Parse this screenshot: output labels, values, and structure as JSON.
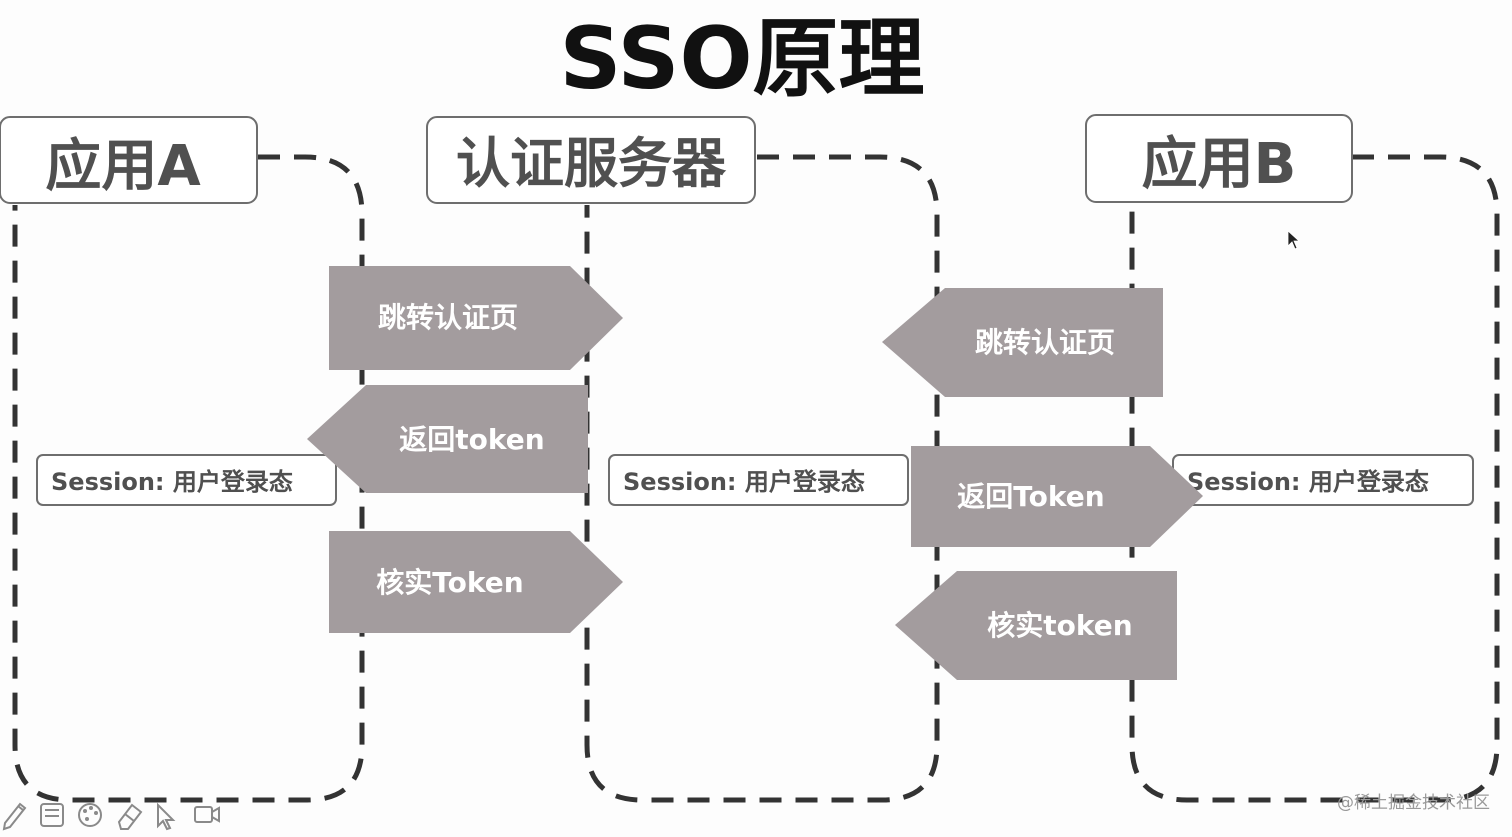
{
  "title": "SSO原理",
  "columns": {
    "app_a": {
      "header": "应用A",
      "session": "Session: 用户登录态"
    },
    "auth_server": {
      "header": "认证服务器",
      "session": "Session: 用户登录态"
    },
    "app_b": {
      "header": "应用B",
      "session": "Session: 用户登录态"
    }
  },
  "arrows_a": {
    "redirect": "跳转认证页",
    "return_token": "返回token",
    "verify_token": "核实Token"
  },
  "arrows_b": {
    "redirect": "跳转认证页",
    "return_token": "返回Token",
    "verify_token": "核实token"
  },
  "watermark": "@稀土掘金技术社区",
  "toolbar": {
    "icons": [
      "pencil-icon",
      "save-icon",
      "palette-icon",
      "eraser-icon",
      "pointer-icon",
      "camera-icon"
    ]
  },
  "colors": {
    "arrow_fill": "#a39c9e",
    "box_border": "#6e6e6e",
    "dash_stroke": "#333333"
  }
}
